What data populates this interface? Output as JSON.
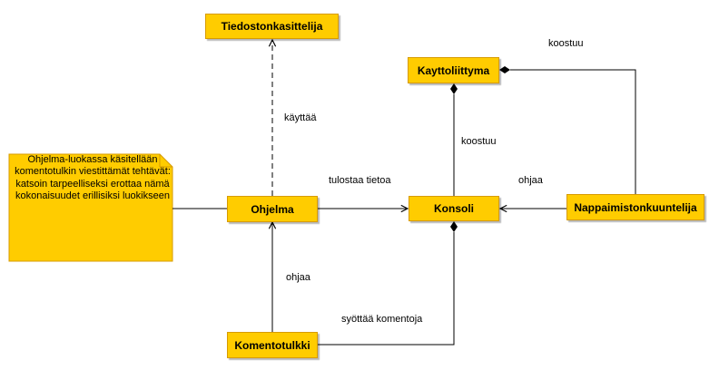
{
  "diagram": {
    "nodes": {
      "tiedostonkasittelija": "Tiedostonkasittelija",
      "kayttoliittyma": "Kayttoliittyma",
      "ohjelma": "Ohjelma",
      "konsoli": "Konsoli",
      "nappaimistonkuuntelija": "Nappaimistonkuuntelija",
      "komentotulkki": "Komentotulkki"
    },
    "note": "Ohjelma-luokassa käsitellään komentotulkin viestittämät tehtävät: katsoin tarpeelliseksi erottaa nämä kokonaisuudet erillisiksi luokikseen",
    "edges": {
      "kayttaa": "käyttää",
      "tulostaa_tietoa": "tulostaa tietoa",
      "koostuu_top": "koostuu",
      "koostuu_mid": "koostuu",
      "ohjaa_right": "ohjaa",
      "ohjaa_left": "ohjaa",
      "syottaa_komentoja": "syöttää komentoja"
    },
    "colors": {
      "node_fill": "#ffcc00",
      "node_border": "#d79b00",
      "line": "#000000"
    }
  }
}
